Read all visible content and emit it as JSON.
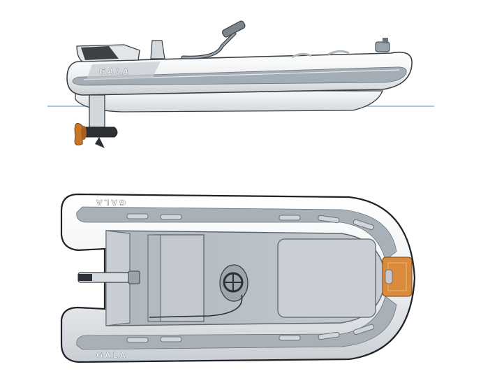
{
  "illustration": {
    "brand_text": "GALA",
    "colors": {
      "tube_white": "#f4f5f6",
      "tube_shadow": "#d9dde1",
      "stripe_grey": "#9aa3ab",
      "deck_grey": "#b9c0c6",
      "deck_light": "#cfd5da",
      "outline": "#3a3f44",
      "propeller": "#c8772a",
      "waterline": "#8fb4cc",
      "teak_pad": "#d98a3a"
    },
    "views": [
      "side-elevation",
      "top-plan"
    ]
  }
}
